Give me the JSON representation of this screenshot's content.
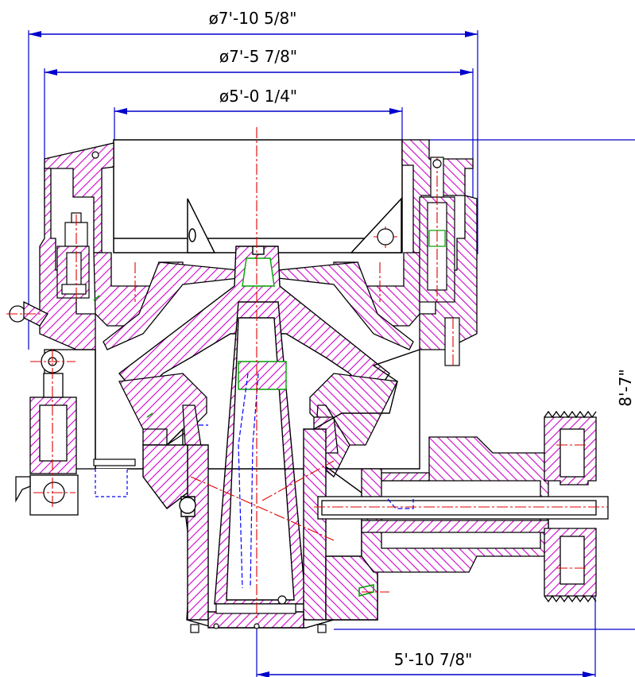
{
  "dimensions": {
    "overall_diameter": "ø7'-10 5/8\"",
    "mantle_diameter": "ø7'-5 7/8\"",
    "feed_opening_diameter": "ø5'-0 1/4\"",
    "overall_height": "8'-7\"",
    "shaft_offset": "5'-10 7/8\""
  },
  "colors": {
    "dimension_line": "#0000cc",
    "hatch": "#d000d0",
    "centerline": "#e00000",
    "outline": "#000000",
    "hidden": "#0000ff",
    "seal": "#00a000"
  }
}
